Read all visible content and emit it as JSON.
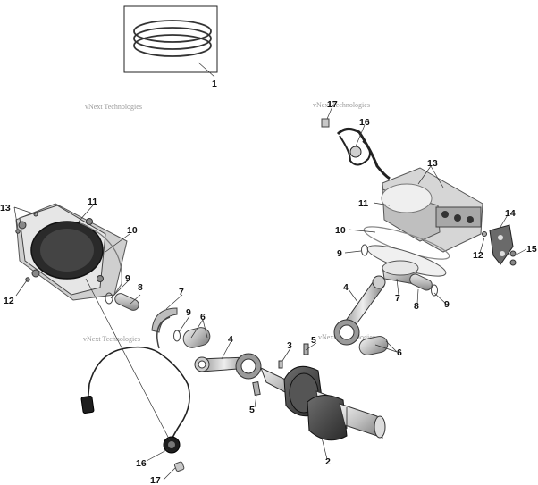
{
  "watermark": "vNext Technologies",
  "callouts": {
    "c1": "1",
    "c2": "2",
    "c3": "3",
    "c4a": "4",
    "c4b": "4",
    "c5a": "5",
    "c5b": "5",
    "c6a": "6",
    "c6b": "6",
    "c7a": "7",
    "c7b": "7",
    "c8a": "8",
    "c8b": "8",
    "c9a": "9",
    "c9b": "9",
    "c9c": "9",
    "c9d": "9",
    "c10a": "10",
    "c10b": "10",
    "c11a": "11",
    "c11b": "11",
    "c12a": "12",
    "c12b": "12",
    "c13a": "13",
    "c13b": "13",
    "c14": "14",
    "c15": "15",
    "c16a": "16",
    "c16b": "16",
    "c17a": "17",
    "c17b": "17"
  },
  "colors": {
    "metal_light": "#d9d9d9",
    "metal_mid": "#a8a8a8",
    "metal_dark": "#5a5a5a",
    "black": "#1a1a1a",
    "gasket": "#bfbfbf"
  }
}
